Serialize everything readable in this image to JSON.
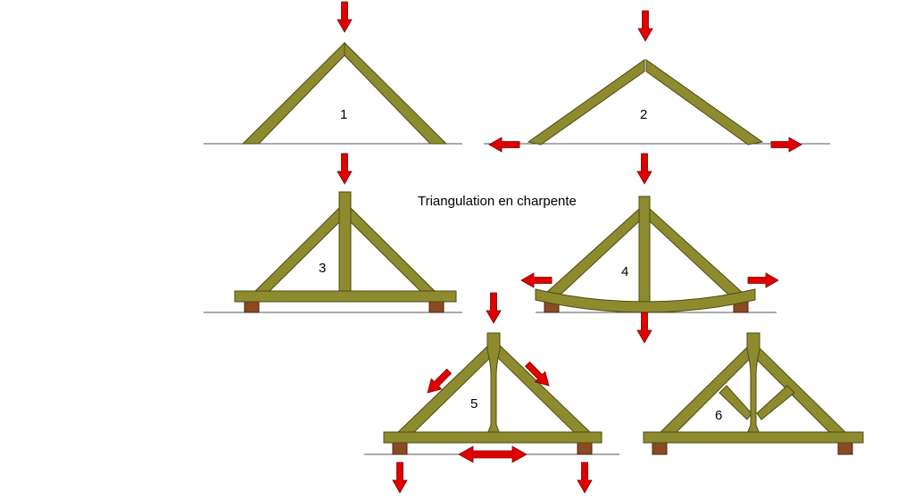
{
  "title": "Triangulation en charpente",
  "colors": {
    "wood": "#8d8b2e",
    "wood_edge": "#4d4b14",
    "block": "#8a4a22",
    "block_edge": "#4a2410",
    "arrow": "#e00000",
    "arrow_edge": "#7a0000",
    "ground": "#555555"
  },
  "figures": [
    {
      "label": "1"
    },
    {
      "label": "2"
    },
    {
      "label": "3"
    },
    {
      "label": "4"
    },
    {
      "label": "5"
    },
    {
      "label": "6"
    }
  ]
}
